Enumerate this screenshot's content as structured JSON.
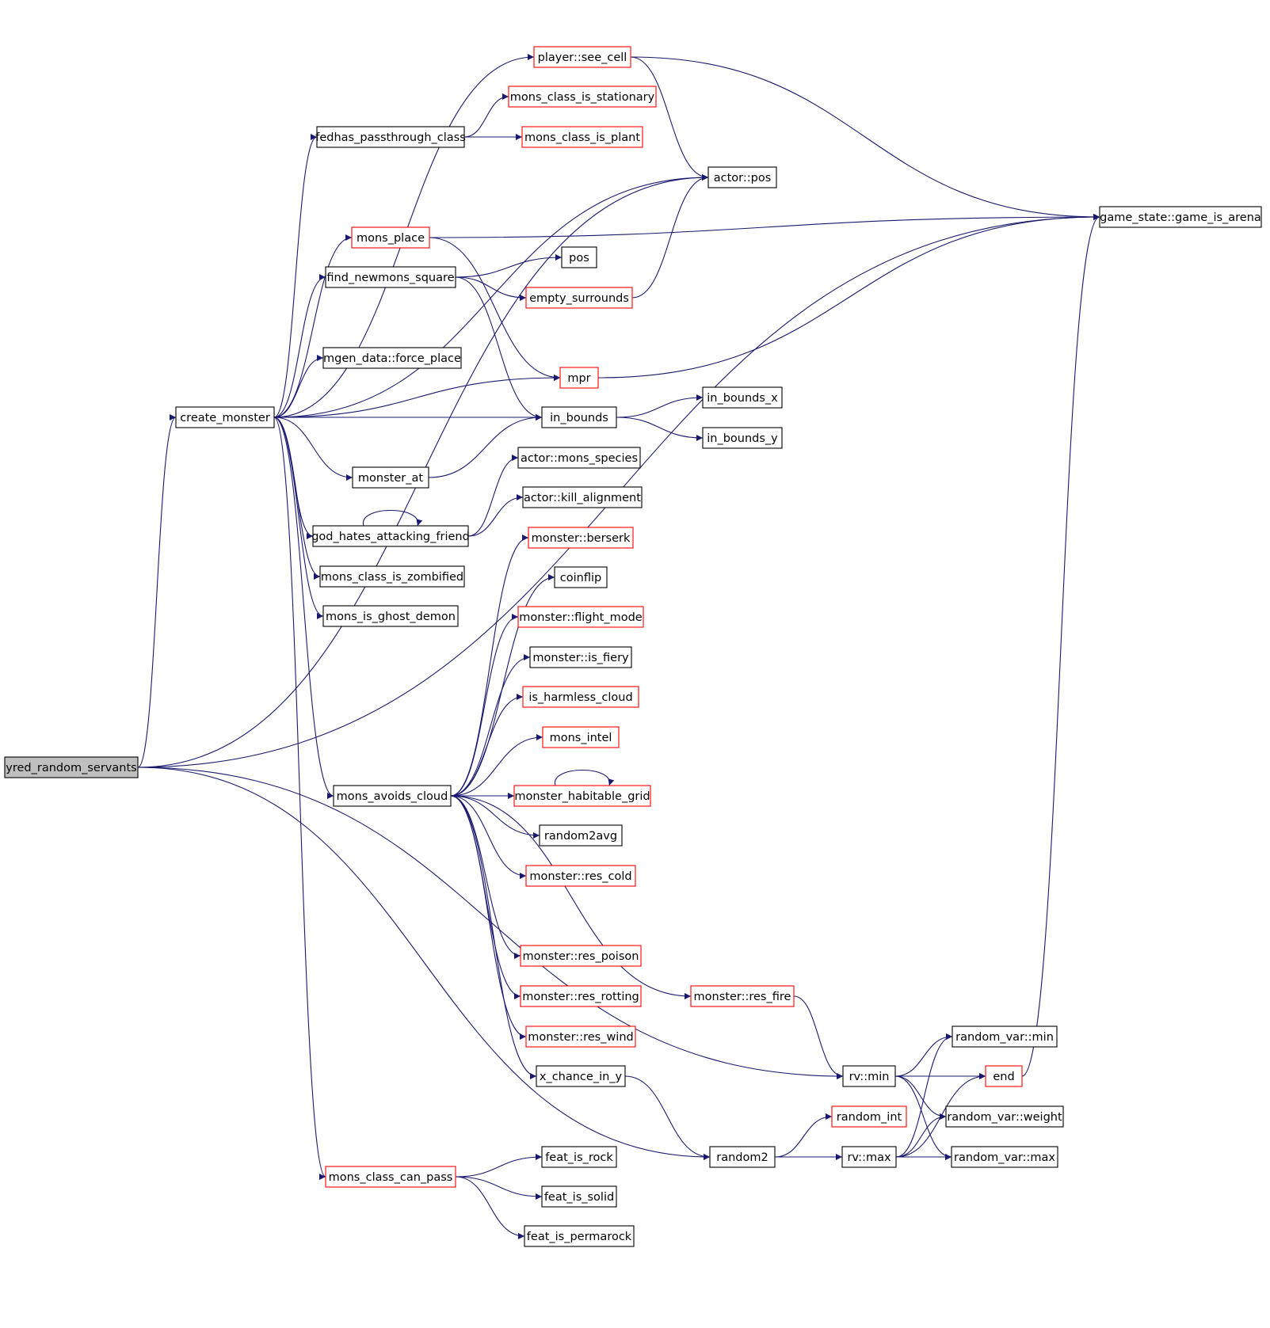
{
  "colors": {
    "edge": "#191970",
    "border_normal": "#000000",
    "border_truncated": "#ff0000",
    "fill_root": "#bfbfbf",
    "fill_normal": "#ffffff"
  },
  "nodes": [
    {
      "id": "yred",
      "label": "yred_random_servants",
      "style": "root"
    },
    {
      "id": "create_monster",
      "label": "create_monster",
      "style": "normal"
    },
    {
      "id": "see_cell",
      "label": "player::see_cell",
      "style": "truncated"
    },
    {
      "id": "is_stationary",
      "label": "mons_class_is_stationary",
      "style": "truncated"
    },
    {
      "id": "fedhas",
      "label": "fedhas_passthrough_class",
      "style": "normal"
    },
    {
      "id": "is_plant",
      "label": "mons_class_is_plant",
      "style": "truncated"
    },
    {
      "id": "actor_pos",
      "label": "actor::pos",
      "style": "normal"
    },
    {
      "id": "game_is_arena",
      "label": "game_state::game_is_arena",
      "style": "normal"
    },
    {
      "id": "mons_place",
      "label": "mons_place",
      "style": "truncated"
    },
    {
      "id": "pos",
      "label": "pos",
      "style": "normal"
    },
    {
      "id": "find_newmons",
      "label": "find_newmons_square",
      "style": "normal"
    },
    {
      "id": "empty_surrounds",
      "label": "empty_surrounds",
      "style": "truncated"
    },
    {
      "id": "force_place",
      "label": "mgen_data::force_place",
      "style": "normal"
    },
    {
      "id": "mpr",
      "label": "mpr",
      "style": "truncated"
    },
    {
      "id": "in_bounds",
      "label": "in_bounds",
      "style": "normal"
    },
    {
      "id": "in_bounds_x",
      "label": "in_bounds_x",
      "style": "normal"
    },
    {
      "id": "in_bounds_y",
      "label": "in_bounds_y",
      "style": "normal"
    },
    {
      "id": "monster_at",
      "label": "monster_at",
      "style": "normal"
    },
    {
      "id": "mons_species",
      "label": "actor::mons_species",
      "style": "normal"
    },
    {
      "id": "kill_alignment",
      "label": "actor::kill_alignment",
      "style": "normal"
    },
    {
      "id": "god_hates",
      "label": "god_hates_attacking_friend",
      "style": "normal"
    },
    {
      "id": "berserk",
      "label": "monster::berserk",
      "style": "truncated"
    },
    {
      "id": "zombified",
      "label": "mons_class_is_zombified",
      "style": "normal"
    },
    {
      "id": "coinflip",
      "label": "coinflip",
      "style": "normal"
    },
    {
      "id": "ghost_demon",
      "label": "mons_is_ghost_demon",
      "style": "normal"
    },
    {
      "id": "flight_mode",
      "label": "monster::flight_mode",
      "style": "truncated"
    },
    {
      "id": "is_fiery",
      "label": "monster::is_fiery",
      "style": "normal"
    },
    {
      "id": "harmless_cloud",
      "label": "is_harmless_cloud",
      "style": "truncated"
    },
    {
      "id": "mons_intel",
      "label": "mons_intel",
      "style": "truncated"
    },
    {
      "id": "avoids_cloud",
      "label": "mons_avoids_cloud",
      "style": "normal"
    },
    {
      "id": "habitable_grid",
      "label": "monster_habitable_grid",
      "style": "truncated"
    },
    {
      "id": "random2avg",
      "label": "random2avg",
      "style": "normal"
    },
    {
      "id": "res_cold",
      "label": "monster::res_cold",
      "style": "truncated"
    },
    {
      "id": "res_poison",
      "label": "monster::res_poison",
      "style": "truncated"
    },
    {
      "id": "res_fire",
      "label": "monster::res_fire",
      "style": "truncated"
    },
    {
      "id": "res_rotting",
      "label": "monster::res_rotting",
      "style": "truncated"
    },
    {
      "id": "res_wind",
      "label": "monster::res_wind",
      "style": "truncated"
    },
    {
      "id": "rv_var_min",
      "label": "random_var::min",
      "style": "normal"
    },
    {
      "id": "x_chance",
      "label": "x_chance_in_y",
      "style": "normal"
    },
    {
      "id": "rv_min",
      "label": "rv::min",
      "style": "normal"
    },
    {
      "id": "end",
      "label": "end",
      "style": "truncated"
    },
    {
      "id": "random_int",
      "label": "random_int",
      "style": "truncated"
    },
    {
      "id": "rv_weight",
      "label": "random_var::weight",
      "style": "normal"
    },
    {
      "id": "feat_is_rock",
      "label": "feat_is_rock",
      "style": "normal"
    },
    {
      "id": "random2",
      "label": "random2",
      "style": "normal"
    },
    {
      "id": "rv_max",
      "label": "rv::max",
      "style": "normal"
    },
    {
      "id": "rv_var_max",
      "label": "random_var::max",
      "style": "normal"
    },
    {
      "id": "can_pass",
      "label": "mons_class_can_pass",
      "style": "truncated"
    },
    {
      "id": "feat_is_solid",
      "label": "feat_is_solid",
      "style": "normal"
    },
    {
      "id": "feat_is_permarock",
      "label": "feat_is_permarock",
      "style": "normal"
    }
  ],
  "edges": [
    [
      "yred",
      "create_monster"
    ],
    [
      "yred",
      "game_is_arena"
    ],
    [
      "yred",
      "actor_pos"
    ],
    [
      "yred",
      "random2"
    ],
    [
      "yred",
      "rv_min"
    ],
    [
      "create_monster",
      "see_cell"
    ],
    [
      "create_monster",
      "fedhas"
    ],
    [
      "create_monster",
      "actor_pos"
    ],
    [
      "create_monster",
      "mons_place"
    ],
    [
      "create_monster",
      "find_newmons"
    ],
    [
      "create_monster",
      "force_place"
    ],
    [
      "create_monster",
      "mpr"
    ],
    [
      "create_monster",
      "in_bounds"
    ],
    [
      "create_monster",
      "monster_at"
    ],
    [
      "create_monster",
      "god_hates"
    ],
    [
      "create_monster",
      "zombified"
    ],
    [
      "create_monster",
      "ghost_demon"
    ],
    [
      "create_monster",
      "avoids_cloud"
    ],
    [
      "create_monster",
      "can_pass"
    ],
    [
      "see_cell",
      "actor_pos"
    ],
    [
      "see_cell",
      "game_is_arena"
    ],
    [
      "fedhas",
      "is_stationary"
    ],
    [
      "fedhas",
      "is_plant"
    ],
    [
      "mons_place",
      "game_is_arena"
    ],
    [
      "mons_place",
      "mpr"
    ],
    [
      "find_newmons",
      "pos"
    ],
    [
      "find_newmons",
      "empty_surrounds"
    ],
    [
      "find_newmons",
      "in_bounds"
    ],
    [
      "empty_surrounds",
      "actor_pos"
    ],
    [
      "mpr",
      "game_is_arena"
    ],
    [
      "in_bounds",
      "in_bounds_x"
    ],
    [
      "in_bounds",
      "in_bounds_y"
    ],
    [
      "monster_at",
      "in_bounds"
    ],
    [
      "god_hates",
      "mons_species"
    ],
    [
      "god_hates",
      "kill_alignment"
    ],
    [
      "god_hates",
      "god_hates"
    ],
    [
      "avoids_cloud",
      "berserk"
    ],
    [
      "avoids_cloud",
      "coinflip"
    ],
    [
      "avoids_cloud",
      "flight_mode"
    ],
    [
      "avoids_cloud",
      "is_fiery"
    ],
    [
      "avoids_cloud",
      "harmless_cloud"
    ],
    [
      "avoids_cloud",
      "mons_intel"
    ],
    [
      "avoids_cloud",
      "habitable_grid"
    ],
    [
      "avoids_cloud",
      "random2avg"
    ],
    [
      "avoids_cloud",
      "res_cold"
    ],
    [
      "avoids_cloud",
      "res_poison"
    ],
    [
      "avoids_cloud",
      "res_fire"
    ],
    [
      "avoids_cloud",
      "res_rotting"
    ],
    [
      "avoids_cloud",
      "res_wind"
    ],
    [
      "avoids_cloud",
      "x_chance"
    ],
    [
      "habitable_grid",
      "habitable_grid"
    ],
    [
      "res_fire",
      "rv_min"
    ],
    [
      "x_chance",
      "random2"
    ],
    [
      "rv_min",
      "rv_var_min"
    ],
    [
      "rv_min",
      "end"
    ],
    [
      "rv_min",
      "rv_weight"
    ],
    [
      "rv_min",
      "rv_var_max"
    ],
    [
      "end",
      "game_is_arena"
    ],
    [
      "random2",
      "random_int"
    ],
    [
      "random2",
      "rv_max"
    ],
    [
      "rv_max",
      "rv_var_min"
    ],
    [
      "rv_max",
      "end"
    ],
    [
      "rv_max",
      "rv_weight"
    ],
    [
      "rv_max",
      "rv_var_max"
    ],
    [
      "can_pass",
      "feat_is_rock"
    ],
    [
      "can_pass",
      "feat_is_solid"
    ],
    [
      "can_pass",
      "feat_is_permarock"
    ]
  ]
}
